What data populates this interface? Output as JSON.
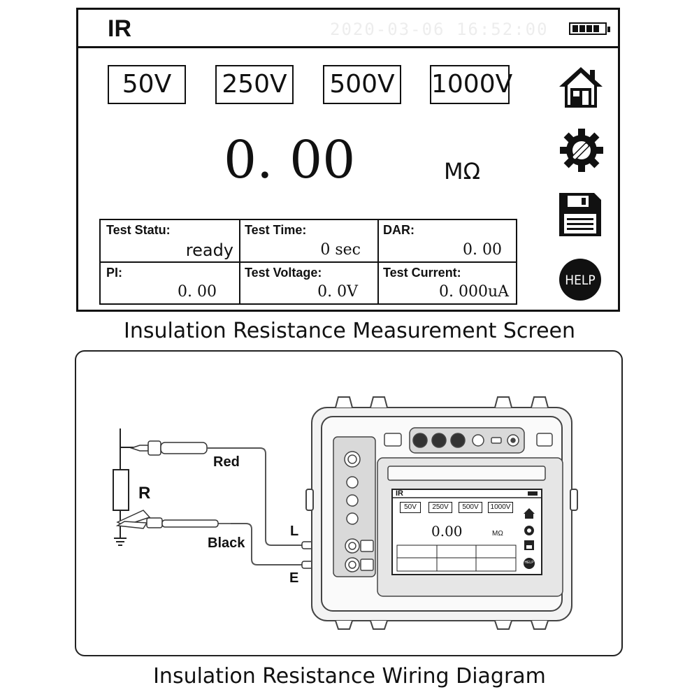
{
  "screen": {
    "mode_title": "IR",
    "voltage_buttons": [
      "50V",
      "250V",
      "500V",
      "1000V"
    ],
    "reading": "0. 00",
    "unit": "MΩ",
    "side_icons": [
      "home-icon",
      "settings-icon",
      "save-icon",
      "help-icon"
    ],
    "help_label": "HELP",
    "info": {
      "test_status_label": "Test Statu:",
      "test_status_value": "ready",
      "test_time_label": "Test Time:",
      "test_time_value": "0 sec",
      "dar_label": "DAR:",
      "dar_value": "0. 00",
      "pi_label": "PI:",
      "pi_value": "0. 00",
      "test_voltage_label": "Test Voltage:",
      "test_voltage_value": "0. 0V",
      "test_current_label": "Test Current:",
      "test_current_value": "0. 000uA"
    }
  },
  "captions": {
    "screen": "Insulation Resistance Measurement Screen",
    "wiring": "Insulation Resistance Wiring Diagram"
  },
  "wiring": {
    "resistor_label": "R",
    "red_lead": "Red",
    "black_lead": "Black",
    "line_terminal": "L",
    "earth_terminal": "E",
    "mini_screen": {
      "title": "IR",
      "buttons": [
        "50V",
        "250V",
        "500V",
        "1000V"
      ],
      "reading": "0.00",
      "unit": "MΩ",
      "help": "HELP"
    }
  },
  "colors": {
    "ink": "#111111",
    "background": "#ffffff",
    "device_fill": "#f3f3f3",
    "wire": "#555555"
  }
}
